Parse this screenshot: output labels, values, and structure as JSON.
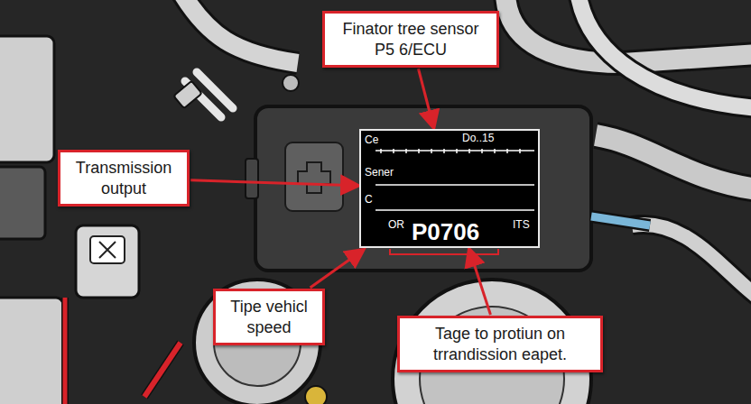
{
  "diagram": {
    "nodes": [
      {
        "text": [
          "Finator tree sensor P5 6/ECU"
        ]
      },
      {
        "text": [
          "Transmission output"
        ]
      },
      {
        "text": [
          "Ce",
          "Do..15",
          "Sener",
          "C",
          "OR",
          "ITS",
          "P0706"
        ]
      },
      {
        "text": [
          "Tipe vehicl speed"
        ]
      },
      {
        "text": [
          "Tage to protiun on trrandission eapet."
        ]
      }
    ],
    "edges": [
      {
        "from": 0,
        "to": 2,
        "arrow": "to"
      },
      {
        "from": 1,
        "to": 2,
        "arrow": "to"
      },
      {
        "from": 3,
        "to": 2,
        "arrow": "to"
      },
      {
        "from": 4,
        "to": 2,
        "arrow": "to"
      }
    ]
  }
}
